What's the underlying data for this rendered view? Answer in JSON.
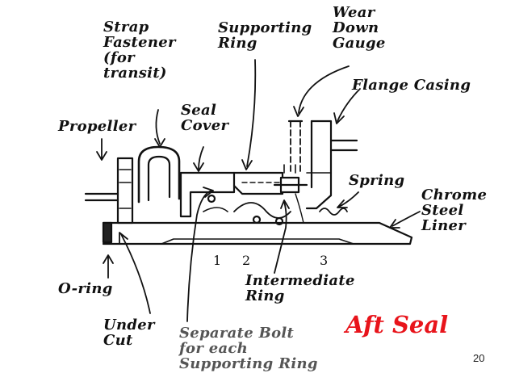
{
  "slide": {
    "title": "Aft Seal",
    "title_color": "#e8141b",
    "page_number": "20"
  },
  "labels": {
    "strap_fastener": "Strap\nFastener\n(for\ntransit)",
    "supporting_ring": "Supporting\nRing",
    "wear_down_gauge": "Wear\nDown\nGauge",
    "flange_casing": "Flange Casing",
    "seal_cover": "Seal\nCover",
    "propeller": "Propeller",
    "spring": "Spring",
    "chrome_steel_liner": "Chrome\nSteel\nLiner",
    "o_ring": "O-ring",
    "under_cut": "Under\nCut",
    "intermediate_ring": "Intermediate\nRing",
    "separate_bolt": "Separate Bolt\nfor each\nSupporting Ring",
    "num_1": "1",
    "num_2": "2",
    "num_3": "3"
  }
}
